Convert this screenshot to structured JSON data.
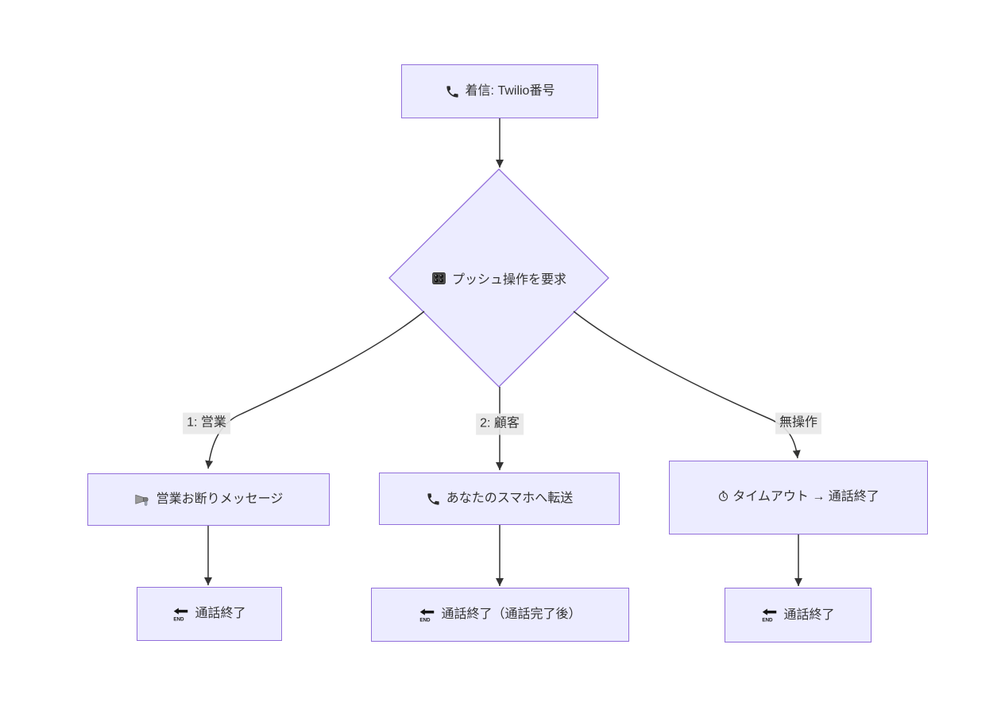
{
  "colors": {
    "background": "#ffffff",
    "node_fill": "#ECECFF",
    "node_border": "#9370DB",
    "edge_line": "#333333",
    "text": "#333333",
    "edge_label_bg": "#e8e8e8"
  },
  "nodes": {
    "incoming_call": {
      "icon": "phone-icon",
      "label": "着信: Twilio番号"
    },
    "push_prompt": {
      "icon": "keypad-icon",
      "label": "プッシュ操作を要求"
    },
    "sales_reject": {
      "icon": "megaphone-icon",
      "label": "営業お断りメッセージ"
    },
    "forward_phone": {
      "icon": "phone-icon",
      "label": "あなたのスマホへ転送"
    },
    "timeout": {
      "icon": "timer-icon",
      "label": "タイムアウト → 通話終了"
    },
    "end_sales": {
      "icon": "end-icon",
      "label": "通話終了"
    },
    "end_forward": {
      "icon": "end-icon",
      "label": "通話終了（通話完了後）"
    },
    "end_timeout": {
      "icon": "end-icon",
      "label": "通話終了"
    }
  },
  "edge_labels": {
    "press_1": "1: 営業",
    "press_2": "2: 顧客",
    "no_input": "無操作"
  }
}
